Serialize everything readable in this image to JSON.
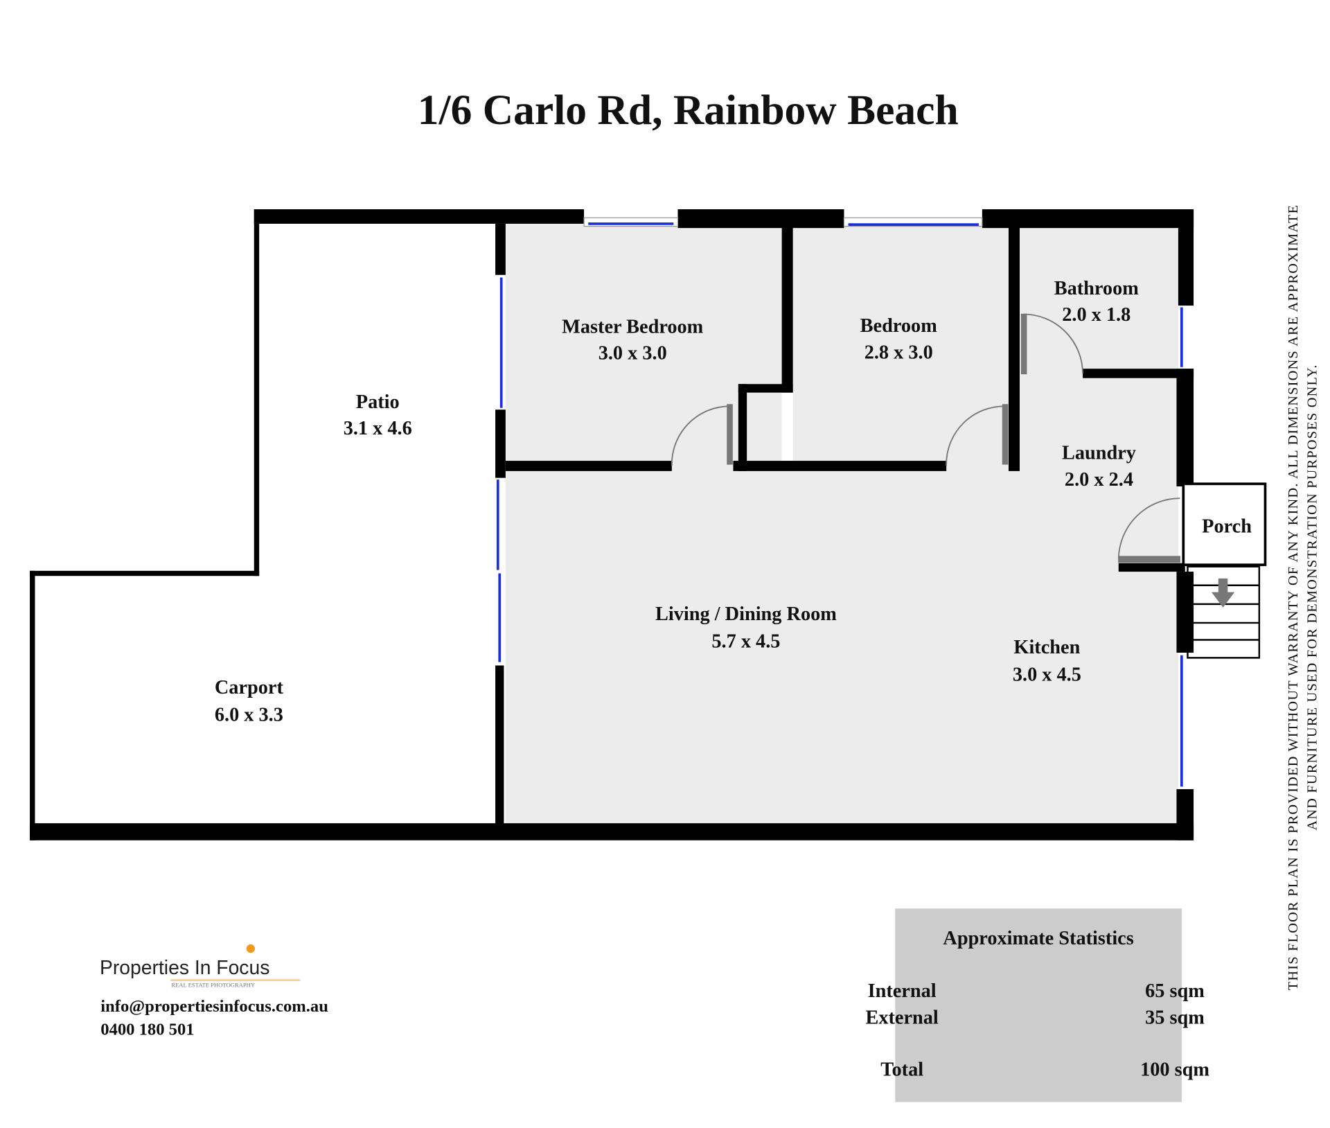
{
  "title": "1/6 Carlo Rd, Rainbow Beach",
  "rooms": {
    "master_bedroom": {
      "name": "Master Bedroom",
      "dims": "3.0 x 3.0"
    },
    "bedroom": {
      "name": "Bedroom",
      "dims": "2.8 x 3.0"
    },
    "bathroom": {
      "name": "Bathroom",
      "dims": "2.0 x 1.8"
    },
    "laundry": {
      "name": "Laundry",
      "dims": "2.0 x 2.4"
    },
    "patio": {
      "name": "Patio",
      "dims": "3.1 x 4.6"
    },
    "porch": {
      "name": "Porch"
    },
    "living": {
      "name": "Living / Dining Room",
      "dims": "5.7 x 4.5"
    },
    "kitchen": {
      "name": "Kitchen",
      "dims": "3.0 x 4.5"
    },
    "carport": {
      "name": "Carport",
      "dims": "6.0 x 3.3"
    }
  },
  "disclaimer": {
    "line1": "THIS FLOOR PLAN IS PROVIDED WITHOUT WARRANTY OF ANY KIND. ALL DIMENSIONS ARE APPROXIMATE",
    "line2": "AND FURNITURE USED FOR DEMONSTRATION PURPOSES ONLY."
  },
  "branding": {
    "logo_text": "Properties In Focus",
    "logo_tagline": "REAL ESTATE PHOTOGRAPHY",
    "email": "info@propertiesinfocus.com.au",
    "phone": "0400 180 501"
  },
  "stats": {
    "title": "Approximate Statistics",
    "rows": [
      {
        "label": "Internal",
        "value": "65 sqm"
      },
      {
        "label": "External",
        "value": "35 sqm"
      },
      {
        "label": "Total",
        "value": "100 sqm"
      }
    ]
  },
  "colors": {
    "wall": "#000000",
    "floor": "#ececec",
    "window": "#1a2fe0",
    "door": "#777777",
    "stats_bg": "#cccccc",
    "logo_accent": "#f39a1e"
  }
}
